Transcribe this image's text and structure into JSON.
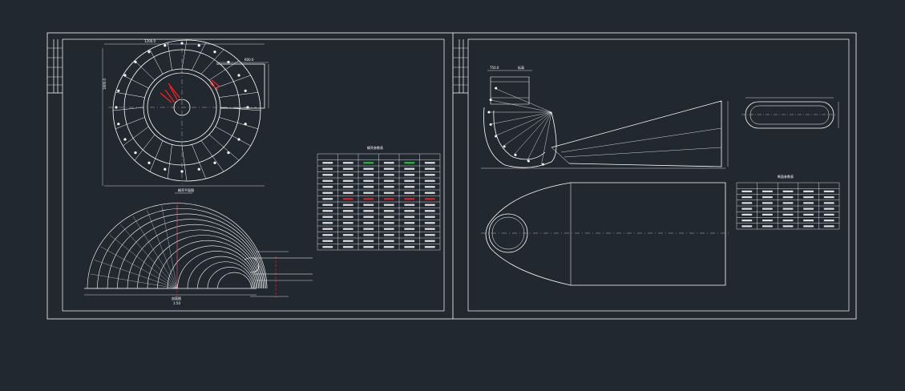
{
  "drawing": {
    "background": "#212830",
    "line_color": "#ffffff",
    "highlight_red": "#ff2020",
    "highlight_green": "#30d040",
    "axis_dash_color": "#d8d8d8"
  },
  "sheet_left": {
    "spiral_casing_plan": {
      "view": "plan",
      "rings": 3,
      "segments": 24,
      "highlight": "red-arrows"
    },
    "label_plan": "蜗壳平面图",
    "label_section": "剖面图",
    "label_scale": "1:50",
    "table": {
      "title": "蜗壳参数表",
      "columns": 6,
      "rows": 16,
      "highlight_row_red": 7,
      "highlight_cols_green": [
        2,
        4
      ]
    }
  },
  "sheet_right": {
    "elevation_view": "side",
    "label_elev_1": "750.0",
    "label_elev_2": "标高",
    "table": {
      "title": "断面参数表",
      "columns": 5,
      "rows": 8
    }
  }
}
